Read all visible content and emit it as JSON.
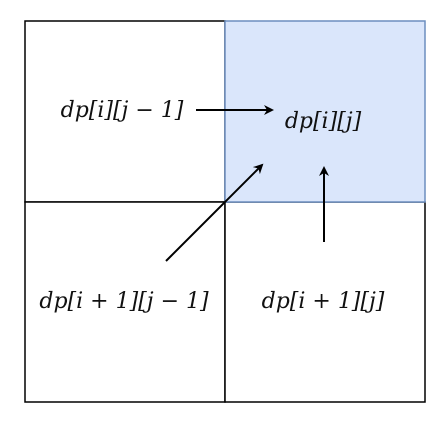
{
  "diagram": {
    "cells": {
      "top_left": {
        "label": "dp[i][j − 1]"
      },
      "top_right": {
        "label": "dp[i][j]",
        "highlight_color": "#dae6fb"
      },
      "bottom_left": {
        "label": "dp[i + 1][j − 1]"
      },
      "bottom_right": {
        "label": "dp[i + 1][j]"
      }
    },
    "colors": {
      "grid_line": "#000000",
      "highlight_border": "#6c8ebf",
      "arrow": "#000000"
    }
  }
}
